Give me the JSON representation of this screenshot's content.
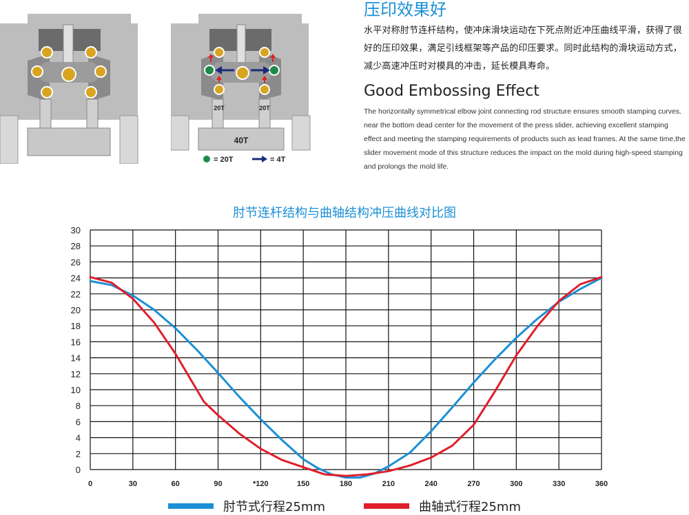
{
  "diagrams": {
    "left": {},
    "right": {
      "label_left_force": "20T",
      "label_right_force": "20T",
      "label_slider": "40T",
      "legend_green": "= 20T",
      "legend_arrow": "= 4T"
    }
  },
  "text": {
    "cn_title": "压印效果好",
    "cn_body": "水平对称肘节连杆结构，使冲床滑块运动在下死点附近冲压曲线平滑，获得了很好的压印效果，满足引线框架等产品的印压要求。同时此结构的滑块运动方式，减少高速冲压时对模具的冲击，延长模具寿命。",
    "en_title": "Good Embossing Effect",
    "en_body": "The horizontally symmetrical elbow joint connecting rod structure ensures smooth stamping curves. near the bottom dead center for the movement of the press slider, achieving excellent stamping effect and meeting the stamping requirements of products such as lead frames. At the same time,the slider movement mode of this structure reduces the impact on the mold during high-speed stamping and prolongs the mold life."
  },
  "colors": {
    "title_blue": "#1a8fd6",
    "series_blue": "#1a8fd6",
    "series_red": "#e01e2a",
    "machine_gray": "#bdbdbd",
    "machine_dark": "#555555",
    "pin_gold": "#d9a520",
    "pin_green": "#1e8a4a",
    "arrow_navy": "#1a2a7a",
    "arrow_red": "#e02020"
  },
  "chart_data": {
    "type": "line",
    "title": "肘节连杆结构与曲轴结构冲压曲线对比图",
    "xlabel": "",
    "ylabel": "",
    "xlim": [
      0,
      360
    ],
    "ylim": [
      0,
      30
    ],
    "x_ticks": [
      0,
      30,
      60,
      90,
      120,
      150,
      180,
      210,
      240,
      270,
      300,
      330,
      360
    ],
    "x_tick_labels": [
      "0",
      "30",
      "60",
      "90",
      "*120",
      "150",
      "180",
      "210",
      "240",
      "270",
      "300",
      "330",
      "360"
    ],
    "y_ticks": [
      0,
      2,
      4,
      6,
      8,
      10,
      12,
      14,
      16,
      18,
      20,
      22,
      24,
      26,
      28,
      30
    ],
    "y_tick_labels": [
      "0",
      "2",
      "4",
      "6",
      "8",
      "10",
      "12",
      "14",
      "16",
      "18",
      "20",
      "22",
      "24",
      "26",
      "28",
      "30"
    ],
    "grid": true,
    "legend_position": "bottom",
    "series": [
      {
        "name": "肘节式行程25mm",
        "color": "#1a8fd6",
        "x": [
          0,
          15,
          30,
          45,
          60,
          75,
          90,
          105,
          120,
          135,
          150,
          160,
          170,
          180,
          190,
          200,
          210,
          225,
          240,
          255,
          270,
          285,
          300,
          315,
          330,
          345,
          360
        ],
        "values": [
          23.6,
          23.1,
          21.8,
          20.0,
          17.7,
          15.0,
          12.1,
          9.1,
          6.3,
          3.7,
          1.3,
          0.2,
          -0.6,
          -1.0,
          -1.0,
          -0.5,
          0.4,
          2.1,
          4.8,
          7.8,
          10.9,
          13.8,
          16.5,
          18.9,
          21.0,
          22.6,
          24.0
        ]
      },
      {
        "name": "曲轴式行程25mm",
        "color": "#e01e2a",
        "x": [
          0,
          15,
          30,
          45,
          60,
          70,
          80,
          90,
          105,
          120,
          135,
          150,
          165,
          180,
          195,
          210,
          225,
          240,
          255,
          270,
          285,
          300,
          315,
          330,
          345,
          360
        ],
        "values": [
          24.1,
          23.4,
          21.4,
          18.4,
          14.5,
          11.5,
          8.5,
          6.8,
          4.5,
          2.6,
          1.2,
          0.3,
          -0.6,
          -0.8,
          -0.6,
          -0.2,
          0.5,
          1.5,
          3.0,
          5.6,
          9.8,
          14.3,
          18.0,
          21.1,
          23.2,
          24.1
        ]
      }
    ]
  }
}
